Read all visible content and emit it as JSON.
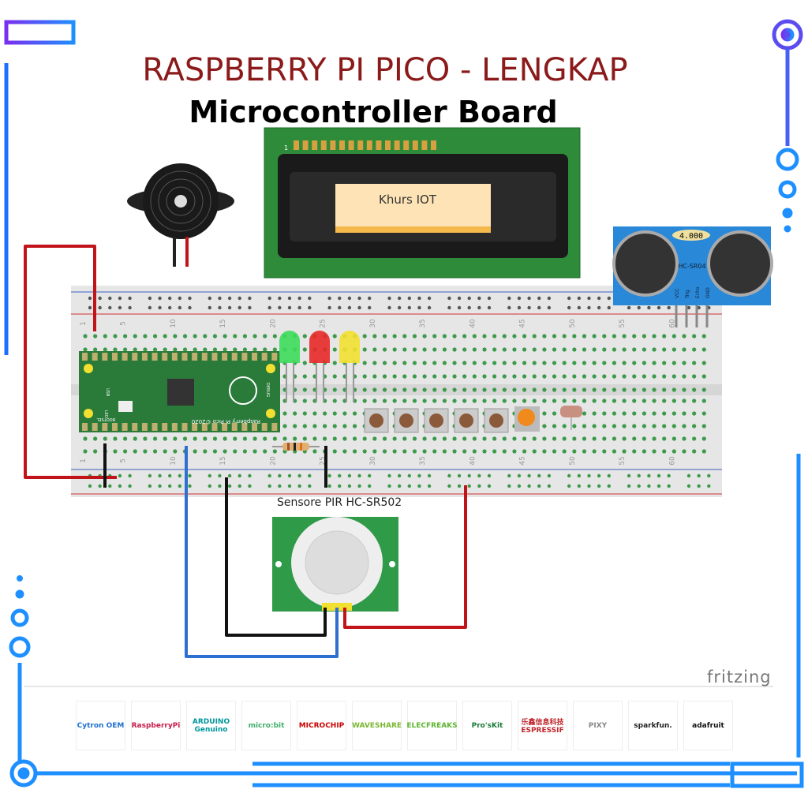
{
  "header": {
    "title": "RASPBERRY PI PICO - LENGKAP",
    "subtitle": "Microcontroller Board"
  },
  "lcd": {
    "text": "Khurs IOT",
    "pin1_label": "1"
  },
  "pico": {
    "name": "Raspberry Pi Pico ©2020",
    "bootsel": "BOOTSEL",
    "usb": "USB",
    "led": "LED",
    "debug": "DEBUG"
  },
  "ultrasonic": {
    "display": "4.000",
    "model": "HC-SR04",
    "pins": [
      "VCC",
      "Trig",
      "Echo",
      "GND"
    ]
  },
  "pir": {
    "label": "Sensore PIR HC-SR502"
  },
  "breadboard": {
    "column_numbers": [
      "1",
      "5",
      "10",
      "15",
      "20",
      "25",
      "30",
      "35",
      "40",
      "45",
      "50",
      "55",
      "60"
    ]
  },
  "watermark": "fritzing",
  "colors": {
    "title": "#8b1a1a",
    "frame_left": "#7a2ff0",
    "frame_right": "#1e8fff",
    "board_green": "#2a7a3a",
    "wire_red": "#c0141a",
    "wire_blue": "#2f6fd0",
    "wire_black": "#111111"
  },
  "logos": [
    {
      "name": "Cytron OEM",
      "color": "#1e6fd0"
    },
    {
      "name": "RaspberryPi",
      "color": "#c51a4a"
    },
    {
      "name": "ARDUINO Genuino",
      "color": "#00979c"
    },
    {
      "name": "micro:bit",
      "color": "#3fae6a"
    },
    {
      "name": "MICROCHIP",
      "color": "#c00"
    },
    {
      "name": "WAVESHARE",
      "color": "#7ab530"
    },
    {
      "name": "ELECFREAKS",
      "color": "#5cb531"
    },
    {
      "name": "Pro'sKit",
      "color": "#1a7a3a"
    },
    {
      "name": "乐鑫信息科技 ESPRESSIF",
      "color": "#c0272d"
    },
    {
      "name": "PIXY",
      "color": "#888"
    },
    {
      "name": "sparkfun.",
      "color": "#222"
    },
    {
      "name": "adafruit",
      "color": "#111"
    }
  ]
}
